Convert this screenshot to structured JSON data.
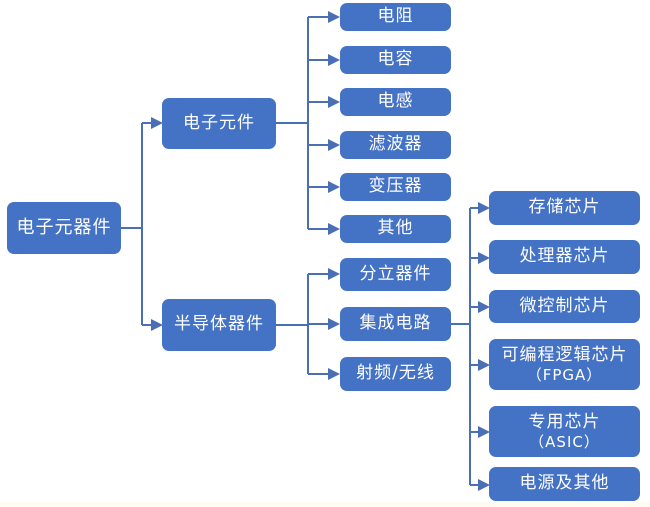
{
  "colors": {
    "node_fill": "#4472c4",
    "node_text": "#ffffff",
    "line": "#4a6fb5"
  },
  "root": {
    "label": "电子元器件"
  },
  "level1": [
    {
      "label": "电子元件"
    },
    {
      "label": "半导体器件"
    }
  ],
  "passive": [
    {
      "label": "电阻"
    },
    {
      "label": "电容"
    },
    {
      "label": "电感"
    },
    {
      "label": "滤波器"
    },
    {
      "label": "变压器"
    },
    {
      "label": "其他"
    }
  ],
  "semi": [
    {
      "label": "分立器件"
    },
    {
      "label": "集成电路"
    },
    {
      "label": "射频/无线"
    }
  ],
  "ic": [
    {
      "label": "存储芯片"
    },
    {
      "label": "处理器芯片"
    },
    {
      "label": "微控制芯片"
    },
    {
      "label": "可编程逻辑芯片",
      "sub": "（FPGA）"
    },
    {
      "label": "专用芯片",
      "sub": "（ASIC）"
    },
    {
      "label": "电源及其他"
    }
  ]
}
